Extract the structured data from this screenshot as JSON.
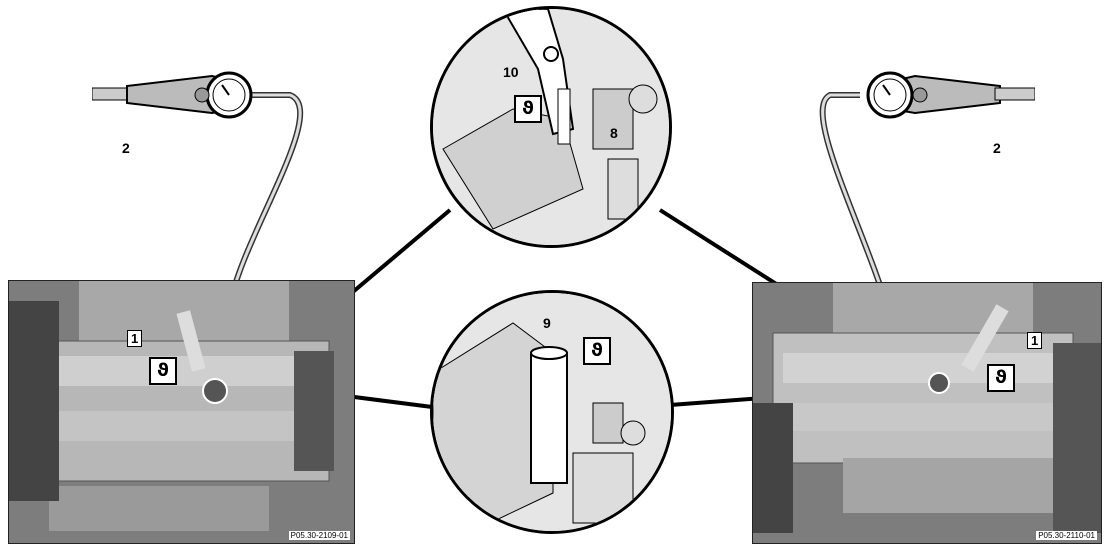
{
  "labels": {
    "left_gauge": "2",
    "right_gauge": "2",
    "left_adapter": "1",
    "right_adapter": "1",
    "detail_top_lever": "10",
    "detail_top_valve": "8",
    "detail_bottom_pin": "9"
  },
  "codes": {
    "left": "P05.30-2109-01",
    "right": "P05.30-2110-01"
  },
  "tool_symbol": "ϑ"
}
